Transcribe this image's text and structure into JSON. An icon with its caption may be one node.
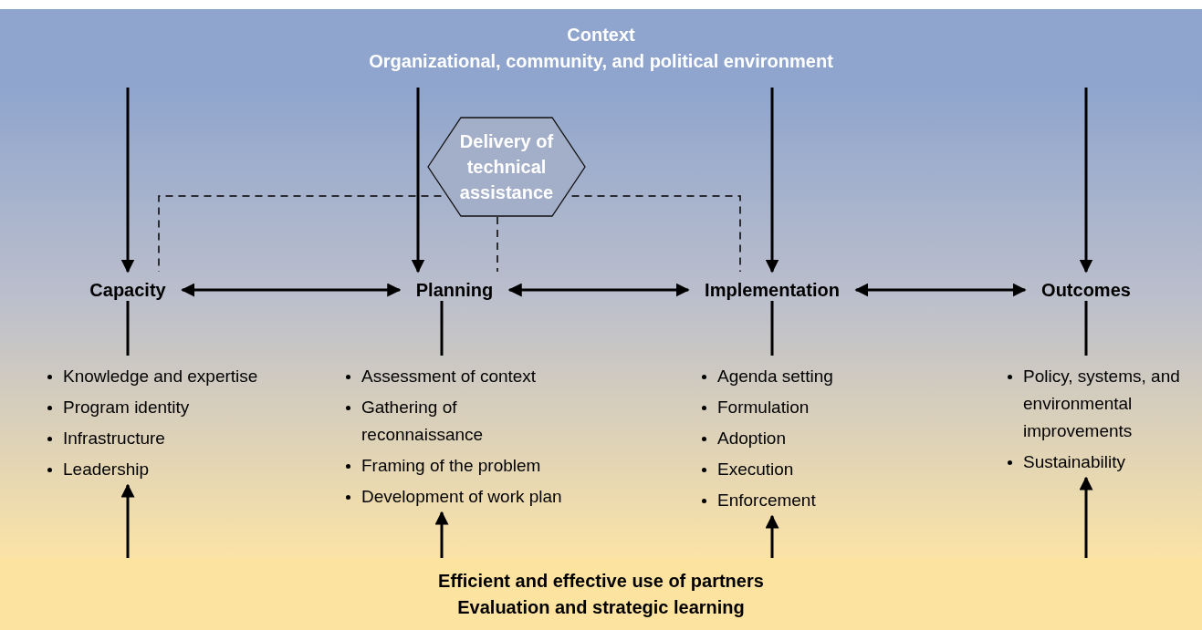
{
  "diagram": {
    "nodes": [
      {
        "text": [
          "Context",
          "Organizational, community, and political environment"
        ]
      },
      {
        "text": [
          "Delivery of technical assistance"
        ]
      },
      {
        "text": [
          "Capacity"
        ]
      },
      {
        "text": [
          "Planning"
        ]
      },
      {
        "text": [
          "Implementation"
        ]
      },
      {
        "text": [
          "Outcomes"
        ]
      },
      {
        "text": [
          "Knowledge and expertise",
          "Program identity",
          "Infrastructure",
          "Leadership"
        ]
      },
      {
        "text": [
          "Assessment of context",
          "Gathering of reconnaissance",
          "Framing of the problem",
          "Development of work plan"
        ]
      },
      {
        "text": [
          "Agenda setting",
          "Formulation",
          "Adoption",
          "Execution",
          "Enforcement"
        ]
      },
      {
        "text": [
          "Policy, systems, and environmental improvements",
          "Sustainability"
        ]
      },
      {
        "text": [
          "Efficient and effective use of partners",
          "Evaluation and strategic learning"
        ]
      }
    ],
    "edges": [
      {
        "from": 0,
        "to": 2,
        "arrow": "to"
      },
      {
        "from": 0,
        "to": 3,
        "arrow": "to"
      },
      {
        "from": 0,
        "to": 4,
        "arrow": "to"
      },
      {
        "from": 0,
        "to": 5,
        "arrow": "to"
      },
      {
        "from": 1,
        "to": 2,
        "arrow": "none",
        "style": "dashed"
      },
      {
        "from": 1,
        "to": 3,
        "arrow": "none",
        "style": "dashed"
      },
      {
        "from": 1,
        "to": 4,
        "arrow": "none",
        "style": "dashed"
      },
      {
        "from": 2,
        "to": 3,
        "arrow": "both"
      },
      {
        "from": 3,
        "to": 4,
        "arrow": "both"
      },
      {
        "from": 4,
        "to": 5,
        "arrow": "both"
      },
      {
        "from": 2,
        "to": 6,
        "arrow": "none"
      },
      {
        "from": 3,
        "to": 7,
        "arrow": "none"
      },
      {
        "from": 4,
        "to": 8,
        "arrow": "none"
      },
      {
        "from": 5,
        "to": 9,
        "arrow": "none"
      },
      {
        "from": 10,
        "to": 6,
        "arrow": "to"
      },
      {
        "from": 10,
        "to": 7,
        "arrow": "to"
      },
      {
        "from": 10,
        "to": 8,
        "arrow": "to"
      },
      {
        "from": 10,
        "to": 9,
        "arrow": "to"
      }
    ]
  }
}
